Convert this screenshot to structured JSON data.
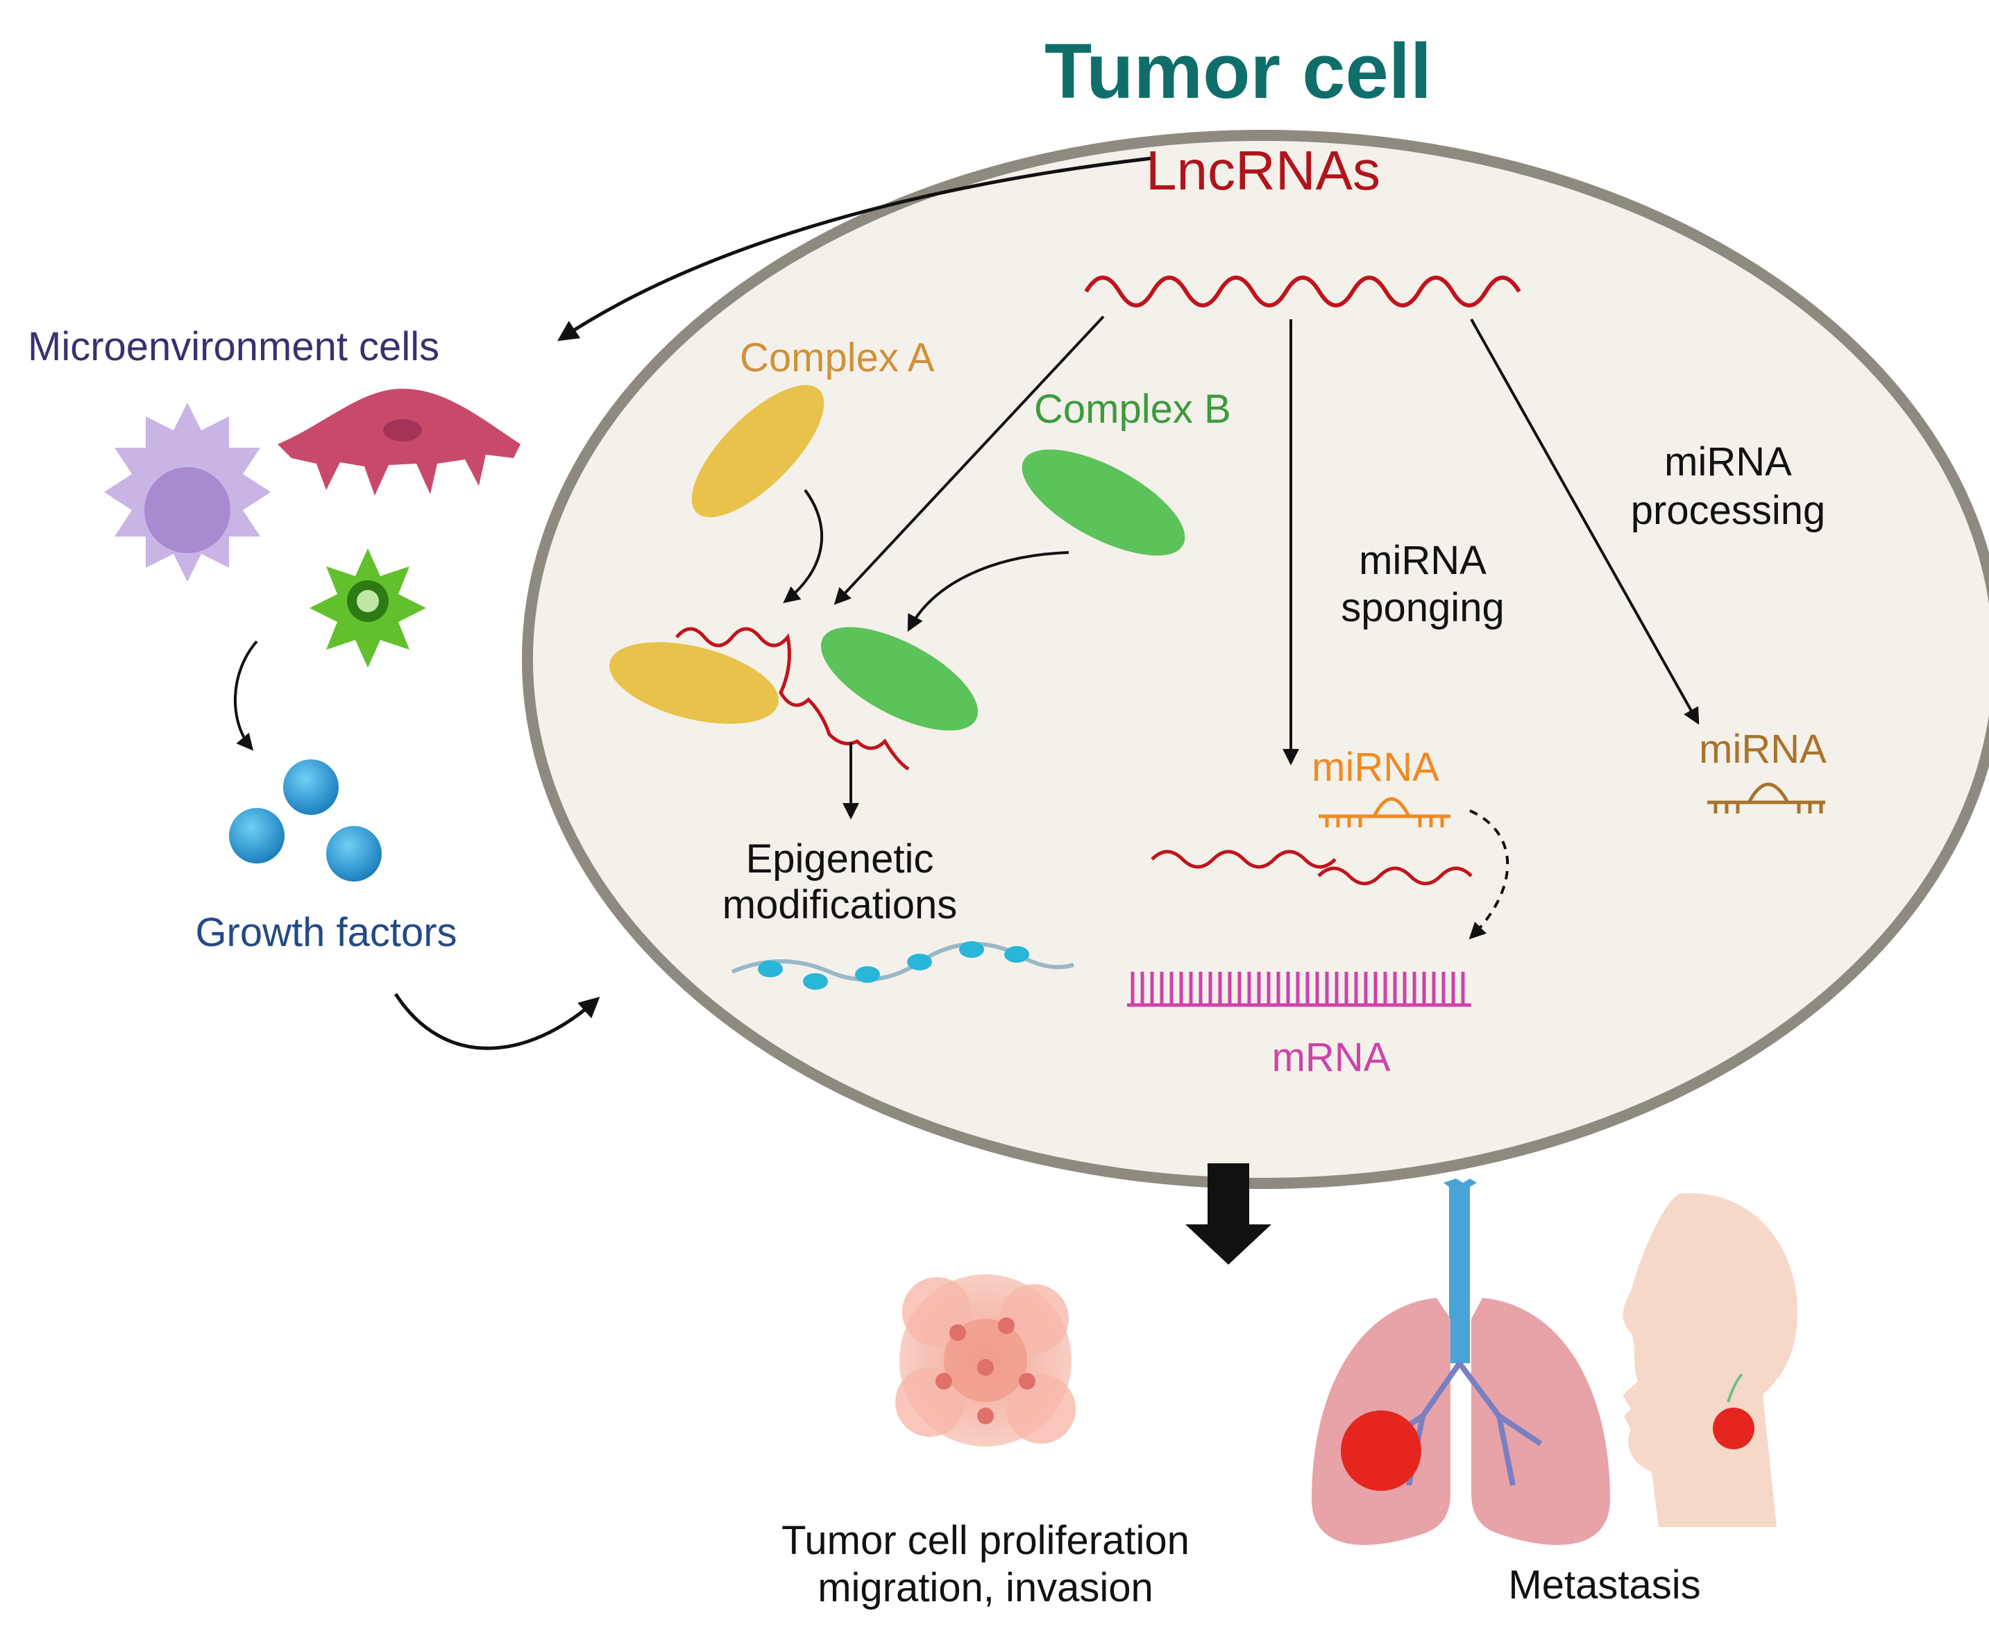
{
  "diagram": {
    "title": "Tumor cell",
    "lncrnas": "LncRNAs",
    "microenvironment": "Microenvironment cells",
    "complex_a": "Complex A",
    "complex_b": "Complex B",
    "sponging": [
      "miRNA",
      "sponging"
    ],
    "processing": [
      "miRNA",
      "processing"
    ],
    "epigenetic": [
      "Epigenetic",
      "modifications"
    ],
    "mirna_sponged": "miRNA",
    "mirna_processed": "miRNA",
    "mrna": "mRNA",
    "growth_factors": "Growth factors",
    "proliferation": [
      "Tumor cell proliferation",
      "migration, invasion"
    ],
    "metastasis": "Metastasis"
  },
  "colors": {
    "title": "#0f6e6a",
    "lncrna": "#b0141c",
    "micro": "#3d2f6e",
    "complex_a": "#d0913a",
    "complex_b": "#3d9a3d",
    "mirna_sponged": "#f08a24",
    "mirna_processed": "#a8732c",
    "mrna": "#cc44aa",
    "growth": "#234a86",
    "text": "#111111",
    "cell_fill": "#f4f1ea",
    "cell_border": "#8f8a80"
  }
}
